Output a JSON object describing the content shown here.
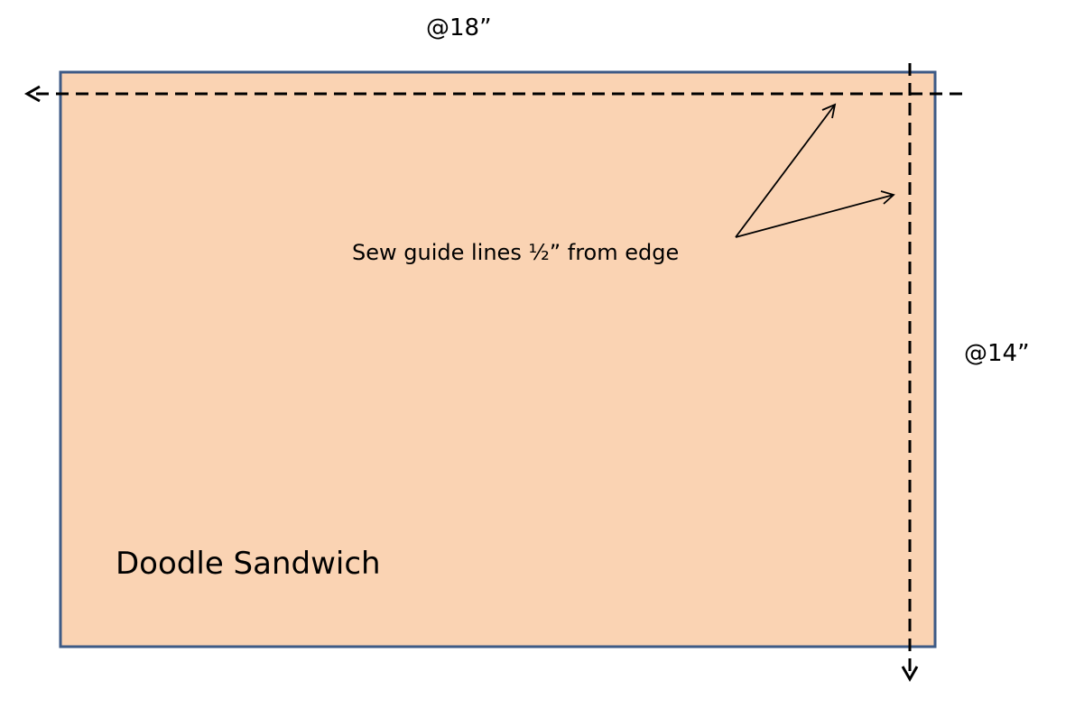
{
  "dimensions": {
    "width_label": "@18”",
    "height_label": "@14”"
  },
  "annotation": {
    "text": "Sew guide lines ½” from edge"
  },
  "piece": {
    "label": "Doodle Sandwich",
    "fill_color": "#FAD3B3",
    "border_color": "#3D5A86"
  },
  "guide_line_color": "#000000"
}
